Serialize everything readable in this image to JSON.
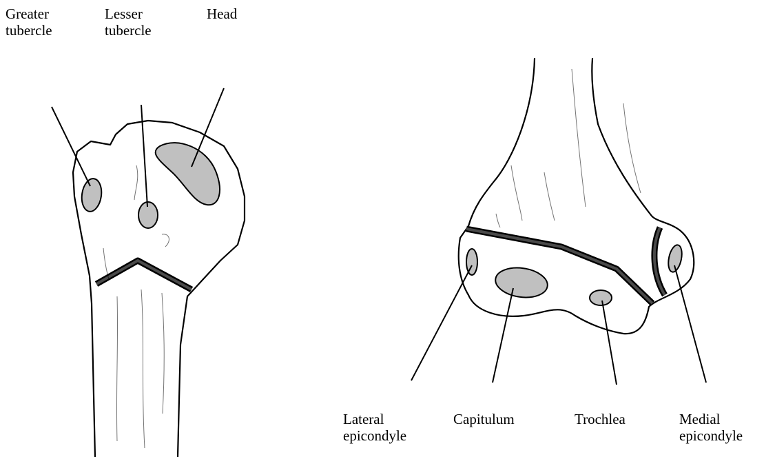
{
  "labels": {
    "greater_tubercle": "Greater\ntubercle",
    "lesser_tubercle": "Lesser\ntubercle",
    "head": "Head",
    "lateral_epicondyle": "Lateral\nepicondyle",
    "capitulum": "Capitulum",
    "trochlea": "Trochlea",
    "medial_epicondyle": "Medial\nepicondyle"
  },
  "colors": {
    "ossification_center": "#c0c0c0",
    "growth_plate": "#4a4a4a",
    "outline": "#000000",
    "background": "#ffffff"
  }
}
